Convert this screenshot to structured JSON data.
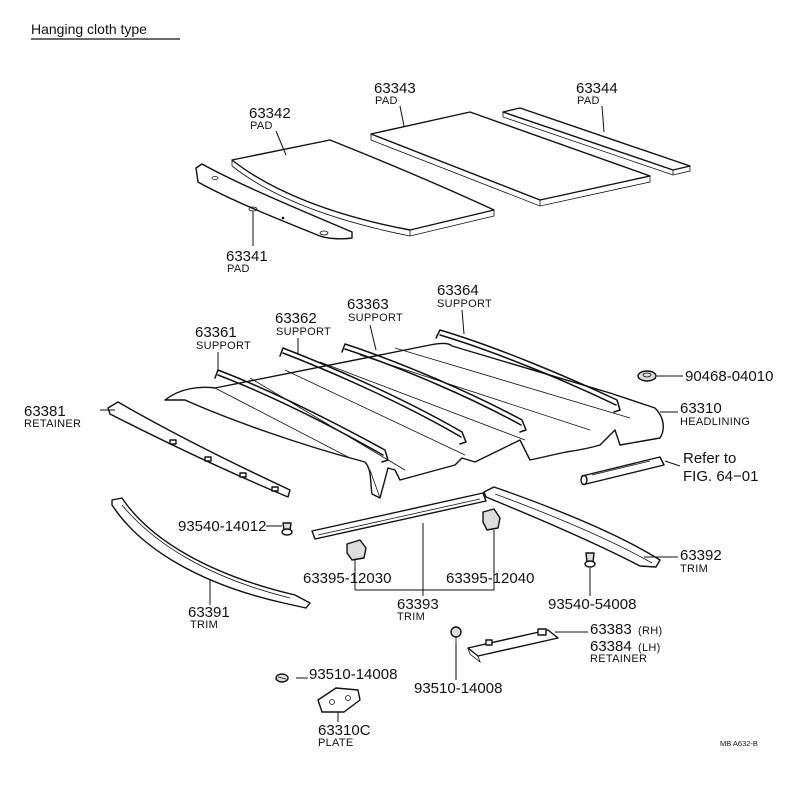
{
  "title": "Hanging cloth type",
  "figure_code": "MB A632-B",
  "parts": {
    "p63341": {
      "number": "63341",
      "name": "PAD"
    },
    "p63342": {
      "number": "63342",
      "name": "PAD"
    },
    "p63343": {
      "number": "63343",
      "name": "PAD"
    },
    "p63344": {
      "number": "63344",
      "name": "PAD"
    },
    "p63361": {
      "number": "63361",
      "name": "SUPPORT"
    },
    "p63362": {
      "number": "63362",
      "name": "SUPPORT"
    },
    "p63363": {
      "number": "63363",
      "name": "SUPPORT"
    },
    "p63364": {
      "number": "63364",
      "name": "SUPPORT"
    },
    "p63381": {
      "number": "63381",
      "name": "RETAINER"
    },
    "p63310": {
      "number": "63310",
      "name": "HEADLINING"
    },
    "p90468": {
      "number": "90468-04010"
    },
    "refer": {
      "line1": "Refer to",
      "line2": "FIG. 64−01"
    },
    "p93540a": {
      "number": "93540-14012"
    },
    "p63392": {
      "number": "63392",
      "name": "TRIM"
    },
    "p63395a": {
      "number": "63395-12030"
    },
    "p63395b": {
      "number": "63395-12040"
    },
    "p63391": {
      "number": "63391",
      "name": "TRIM"
    },
    "p63393": {
      "number": "63393",
      "name": "TRIM"
    },
    "p93540b": {
      "number": "93540-54008"
    },
    "p63383": {
      "number": "63383",
      "side": "(RH)"
    },
    "p63384": {
      "number": "63384",
      "side": "(LH)",
      "name": "RETAINER"
    },
    "p93510a": {
      "number": "93510-14008"
    },
    "p93510b": {
      "number": "93510-14008"
    },
    "p63310c": {
      "number": "63310C",
      "name": "PLATE"
    }
  }
}
